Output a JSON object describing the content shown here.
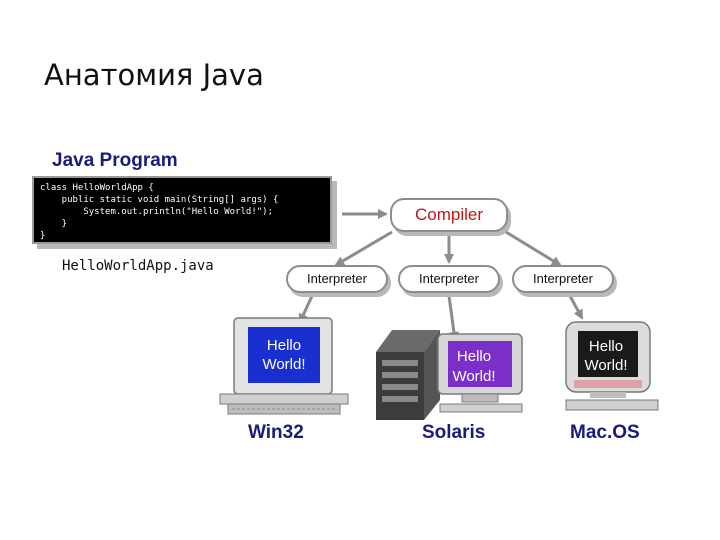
{
  "slide": {
    "title": "Анатомия Java"
  },
  "program": {
    "title": "Java Program",
    "code": "class HelloWorldApp {\n    public static void main(String[] args) {\n        System.out.println(\"Hello World!\");\n    }\n}",
    "filename": "HelloWorldApp.java"
  },
  "compiler": {
    "label": "Compiler"
  },
  "interpreters": [
    {
      "label": "Interpreter"
    },
    {
      "label": "Interpreter"
    },
    {
      "label": "Interpreter"
    }
  ],
  "platforms": [
    {
      "label": "Win32",
      "screen_line1": "Hello",
      "screen_line2": "World!",
      "screen_color": "#1a2fd0",
      "icon": "pc-computer-icon"
    },
    {
      "label": "Solaris",
      "screen_line1": "Hello",
      "screen_line2": "World!",
      "screen_color": "#7a2fc8",
      "icon": "workstation-computer-icon"
    },
    {
      "label": "Mac.OS",
      "screen_line1": "Hello",
      "screen_line2": "World!",
      "screen_color": "#1a1a1a",
      "icon": "mac-computer-icon"
    }
  ],
  "colors": {
    "heading": "#1a1a7a",
    "compiler_text": "#c21515",
    "arrow": "#8c8c8c"
  }
}
